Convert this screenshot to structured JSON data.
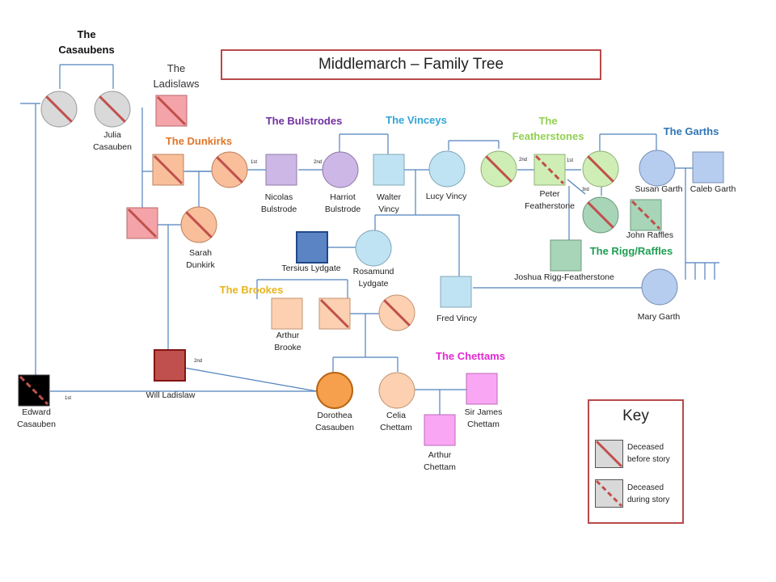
{
  "title": "Middlemarch – Family Tree",
  "families": {
    "casaubens": "The Casaubens",
    "ladislaws": "The Ladislaws",
    "dunkirks": "The Dunkirks",
    "bulstrodes": "The Bulstrodes",
    "vinceys": "The Vinceys",
    "featherstones": "The Featherstones",
    "garths": "The Garths",
    "rigg_raffles": "The Rigg/Raffles",
    "brookes": "The Brookes",
    "chettams": "The Chettams"
  },
  "people": {
    "julia": "Julia Casauben",
    "sarah": "Sarah Dunkirk",
    "nicolas": "Nicolas Bulstrode",
    "harriot": "Harriot Bulstrode",
    "walter": "Walter Vincy",
    "lucy": "Lucy Vincy",
    "peter": "Peter Featherstone",
    "susan": "Susan Garth",
    "caleb": "Caleb Garth",
    "john_raffles": "John Raffles",
    "joshua": "Joshua Rigg-Featherstone",
    "tersius": "Tersius Lydgate",
    "rosamund": "Rosamund Lydgate",
    "fred": "Fred Vincy",
    "mary": "Mary Garth",
    "arthur_brooke": "Arthur Brooke",
    "will": "Will Ladislaw",
    "edward": "Edward Casauben",
    "dorothea": "Dorothea Casauben",
    "celia": "Celia Chettam",
    "james": "Sir James Chettam",
    "arthur_chettam": "Arthur Chettam"
  },
  "marriage_marks": {
    "first": "1st",
    "second": "2nd",
    "third": "3rd"
  },
  "key": {
    "title": "Key",
    "deceased_before": "Deceased before story",
    "deceased_during": "Deceased during story"
  },
  "colors": {
    "casauben": "#d9d9d9",
    "ladislaw": "#f4a3a8",
    "dunkirk": "#f9be9a",
    "bulstrode": "#cdb7e6",
    "vincy": "#bfe3f3",
    "featherstone": "#cfeeb5",
    "garth": "#b6cdf0",
    "rigg": "#a8d5b8",
    "lydgate": "#5b84c4",
    "brooke": "#fcd0b0",
    "dorothea": "#f6a04d",
    "chettam": "#f9a6f4",
    "edward": "#000000",
    "will": "#c0504d",
    "deceased_slash": "#c0504d"
  }
}
